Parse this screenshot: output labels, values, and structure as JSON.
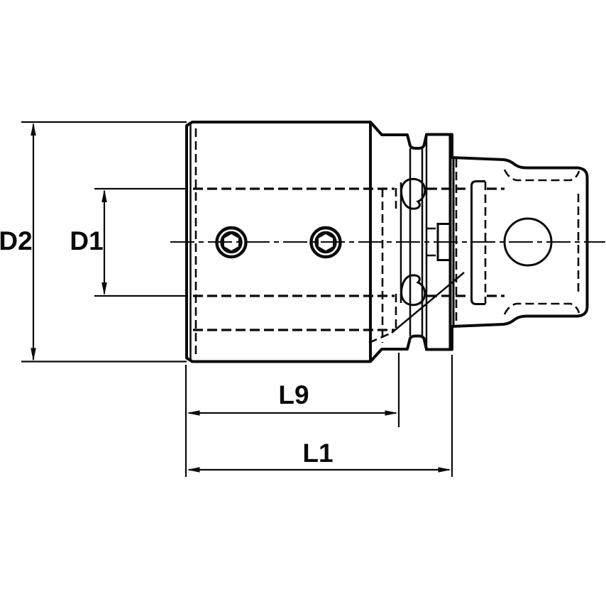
{
  "drawing": {
    "kind": "engineering-line-drawing",
    "view": "side-section-view-of-tool-holder-adapter"
  },
  "labels": {
    "d2": "D2",
    "d1": "D1",
    "l9": "L9",
    "l1": "L1"
  },
  "colors": {
    "part_fill": "#d6d6d6",
    "hole_fill": "#ffffff",
    "line": "#0a0a0a",
    "background": "#ffffff"
  }
}
